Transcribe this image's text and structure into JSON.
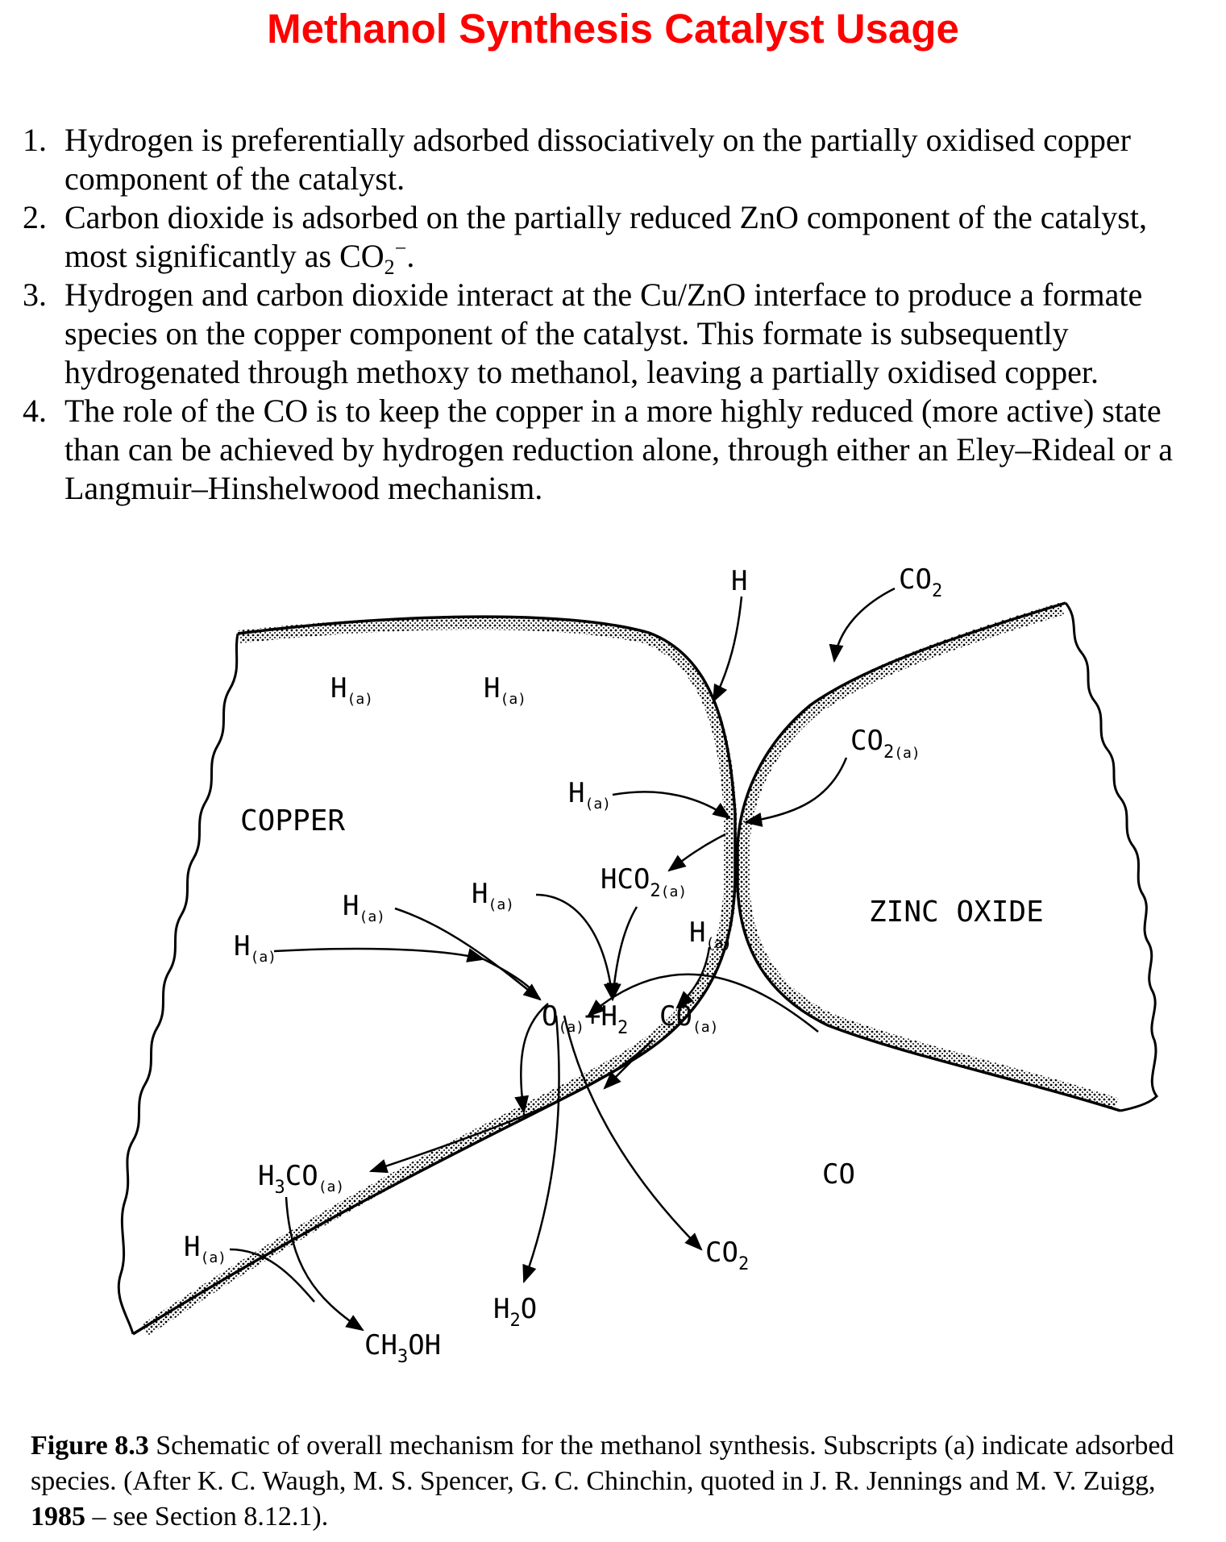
{
  "title": "Methanol Synthesis Catalyst Usage",
  "steps": [
    {
      "num": "1.",
      "text": "Hydrogen is preferentially adsorbed dissociatively on the partially oxidised copper component of the catalyst."
    },
    {
      "num": "2.",
      "text_before": "Carbon dioxide is adsorbed on the partially reduced ZnO component of the catalyst, most significantly as CO",
      "sub": "2",
      "sup": "−",
      "text_after": "."
    },
    {
      "num": "3.",
      "text": "Hydrogen and carbon dioxide interact at the Cu/ZnO interface to produce a formate species on the copper component of the catalyst. This formate is subsequently hydrogenated through methoxy to methanol, leaving a partially oxidised copper."
    },
    {
      "num": "4.",
      "text": "The role of the CO is to keep the copper in a more highly reduced (more active) state than can be achieved by hydrogen reduction alone, through either an Eley–Rideal or a Langmuir–Hinshelwood mechanism."
    }
  ],
  "diagram": {
    "copper_label": "COPPER",
    "zinc_oxide_label": "ZINC OXIDE",
    "h": "H",
    "a": "(a)",
    "two": "2",
    "three": "3",
    "h_gas": "H",
    "co2_gas": "CO",
    "co2a": "CO",
    "hco2a": "HCO",
    "o_h2": "O",
    "plus_h": "+H",
    "co_a": "CO",
    "co_gas": "CO",
    "h3co": "H",
    "h3co_tail": "CO",
    "co2_out": "CO",
    "h2o": "H",
    "h2o_tail": "O",
    "ch3oh": "CH",
    "ch3oh_tail": "OH"
  },
  "caption": {
    "fig_label": "Figure 8.3",
    "text": " Schematic of overall mechanism for the methanol synthesis. Subscripts (a) indicate adsorbed species. (After K. C. Waugh, M. S. Spencer, G. C. Chinchin, quoted in J. R. Jennings and M. V. Zuigg, ",
    "year": "1985",
    "text_after": " – see Section 8.12.1)."
  }
}
